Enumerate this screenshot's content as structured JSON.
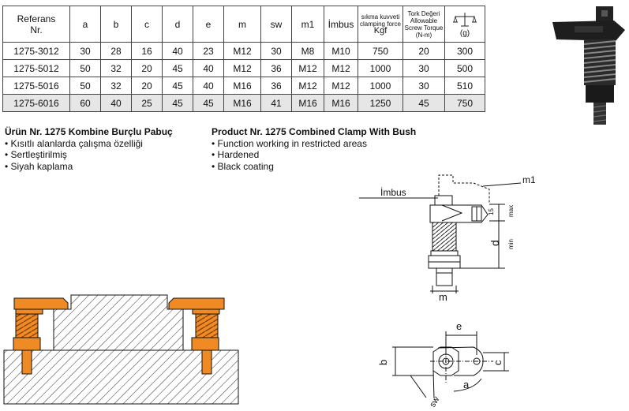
{
  "table": {
    "headers": {
      "ref": [
        "Referans",
        "Nr."
      ],
      "a": "a",
      "b": "b",
      "c": "c",
      "d": "d",
      "e": "e",
      "m": "m",
      "sw": "sw",
      "m1": "m1",
      "imbus": "İmbus",
      "force": [
        "sıkma kuvveti",
        "clamping force",
        "Kgf"
      ],
      "torque": [
        "Tork Değeri",
        "Allowable",
        "Screw Torque",
        "(N-m)"
      ],
      "weight": "(g)"
    },
    "rows": [
      [
        "1275-3012",
        "30",
        "28",
        "16",
        "40",
        "23",
        "M12",
        "30",
        "M8",
        "M10",
        "750",
        "20",
        "300"
      ],
      [
        "1275-5012",
        "50",
        "32",
        "20",
        "45",
        "40",
        "M12",
        "36",
        "M12",
        "M12",
        "1000",
        "30",
        "500"
      ],
      [
        "1275-5016",
        "50",
        "32",
        "20",
        "45",
        "40",
        "M16",
        "36",
        "M12",
        "M12",
        "1000",
        "30",
        "510"
      ],
      [
        "1275-6016",
        "60",
        "40",
        "25",
        "45",
        "45",
        "M16",
        "41",
        "M16",
        "M16",
        "1250",
        "45",
        "750"
      ]
    ]
  },
  "desc_tr": {
    "title": "Ürün Nr. 1275 Kombine Burçlu Pabuç",
    "items": [
      "• Kısıtlı alanlarda çalışma özelliği",
      "• Sertleştirilmiş",
      "• Siyah kaplama"
    ]
  },
  "desc_en": {
    "title": "Product Nr. 1275 Combined Clamp With Bush",
    "items": [
      "• Function working in restricted areas",
      "• Hardened",
      "• Black coating"
    ]
  },
  "diagram": {
    "imbus": "İmbus",
    "m1": "m1",
    "dim15": "15",
    "max": "max",
    "d": "d",
    "min": "min",
    "m": "m",
    "e": "e",
    "b": "b",
    "c": "c",
    "a": "a",
    "sw": "sw"
  },
  "colors": {
    "accent": "#f08a24",
    "dark": "#222222",
    "highlight": "#e6e6e6"
  }
}
